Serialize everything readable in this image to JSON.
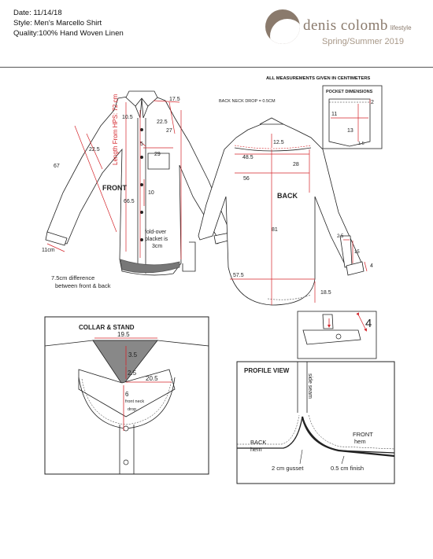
{
  "header": {
    "date": "Date: 11/14/18",
    "style": "Style: Men's Marcello Shirt",
    "quality": "Quality:100% Hand Woven Linen"
  },
  "brand": {
    "name": "denis colomb",
    "suffix": "lifestyle",
    "season": "Spring/Summer 2019"
  },
  "notes": {
    "all_measurements": "ALL MEASUREMENTS GIVEN IN CENTIMETERS"
  },
  "front": {
    "label": "FRONT",
    "length_hps": "Length From HPS: 72 cm",
    "sleeve_length": "67",
    "armhole": "22.5",
    "cuff": "11cm",
    "shoulder": "17.5",
    "collar_height": "10.5",
    "shoulder_drop": "22.5",
    "side": "27",
    "pocket_offset": "5",
    "chest": "29",
    "placket_gap": "10",
    "front_len": "66.5",
    "placket_note_1": "fold-over",
    "placket_note_2": "placket is",
    "placket_note_3": "3cm",
    "diff_note_1": "7.5cm difference",
    "diff_note_2": "between front & back"
  },
  "back": {
    "label": "BACK",
    "neck_drop": "BACK NECK DROP = 0.5CM",
    "yoke": "12.5",
    "across_back": "48.5",
    "yoke_side": "28",
    "chest": "56",
    "length": "81",
    "hem": "57.5",
    "side_vent": "18.5",
    "placket_width": "2.5",
    "placket_len": "15",
    "cuff_h": "4"
  },
  "pocket": {
    "title": "POCKET DIMENSIONS",
    "top": "2",
    "width": "11",
    "height": "13",
    "point": "1.5"
  },
  "cuff_detail": {
    "value": "4"
  },
  "collar": {
    "title": "COLLAR & STAND",
    "width": "19.5",
    "collar_h": "3.5",
    "stand_h": "2.5",
    "spread": "20.5",
    "drop": "6",
    "drop_label_1": "front neck",
    "drop_label_2": "drop"
  },
  "profile": {
    "title": "PROFILE VIEW",
    "side_seam": "side seam",
    "back_hem_1": "BACK",
    "back_hem_2": "hem",
    "front_hem_1": "FRONT",
    "front_hem_2": "hem",
    "gusset": "2 cm gusset",
    "finish": "0.5 cm finish"
  },
  "colors": {
    "measure": "#d4242a",
    "line": "#222222",
    "brand": "#8a7a6c"
  }
}
